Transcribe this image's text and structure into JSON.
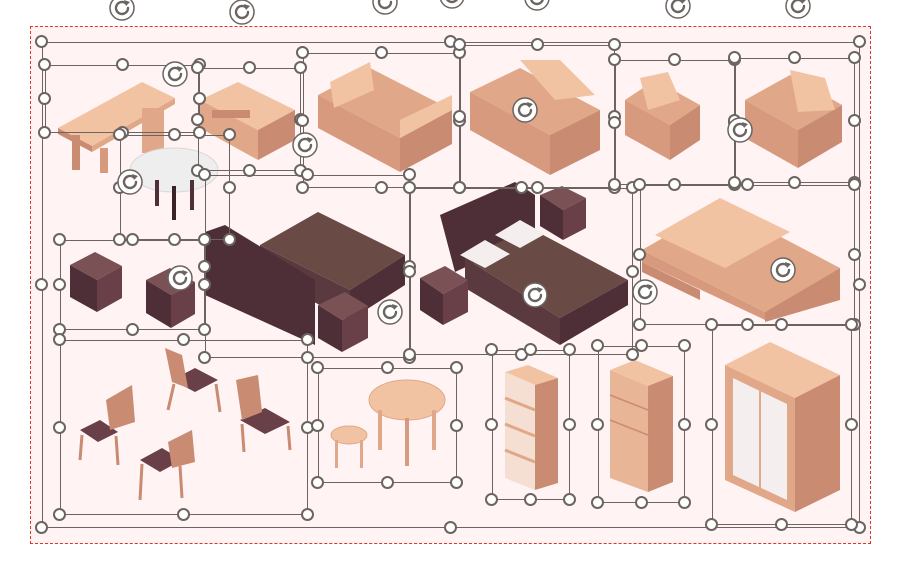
{
  "canvas": {
    "selection_color": "#e0342b",
    "handle_color": "#6b6460",
    "background": "#fff3f3"
  },
  "colors": {
    "wood_light": "#f2c3a3",
    "wood_mid": "#e0a888",
    "wood_dark": "#c98b72",
    "plum_dark": "#4e2f37",
    "plum_mid": "#6a4048",
    "plum_top": "#7a5255",
    "pillow": "#f4efee",
    "table_top": "#eeeeee"
  },
  "objects": [
    {
      "name": "desk",
      "icon": "desk-icon"
    },
    {
      "name": "tv-stand",
      "icon": "tv-stand-icon"
    },
    {
      "name": "sofa-large",
      "icon": "sofa-icon"
    },
    {
      "name": "loveseat",
      "icon": "loveseat-icon"
    },
    {
      "name": "armchair-left",
      "icon": "armchair-icon"
    },
    {
      "name": "armchair-right",
      "icon": "armchair-icon"
    },
    {
      "name": "round-side-table",
      "icon": "round-table-icon"
    },
    {
      "name": "nightstand-single",
      "icon": "nightstand-icon"
    },
    {
      "name": "bed-with-nightstands",
      "icon": "bed-icon"
    },
    {
      "name": "double-bed",
      "icon": "bed-icon"
    },
    {
      "name": "corner-sofa",
      "icon": "corner-sofa-icon"
    },
    {
      "name": "dining-chairs",
      "icon": "chair-icon"
    },
    {
      "name": "dining-table-set",
      "icon": "dining-table-icon"
    },
    {
      "name": "bookshelf",
      "icon": "bookshelf-icon"
    },
    {
      "name": "dresser",
      "icon": "dresser-icon"
    },
    {
      "name": "wardrobe",
      "icon": "wardrobe-icon"
    }
  ]
}
